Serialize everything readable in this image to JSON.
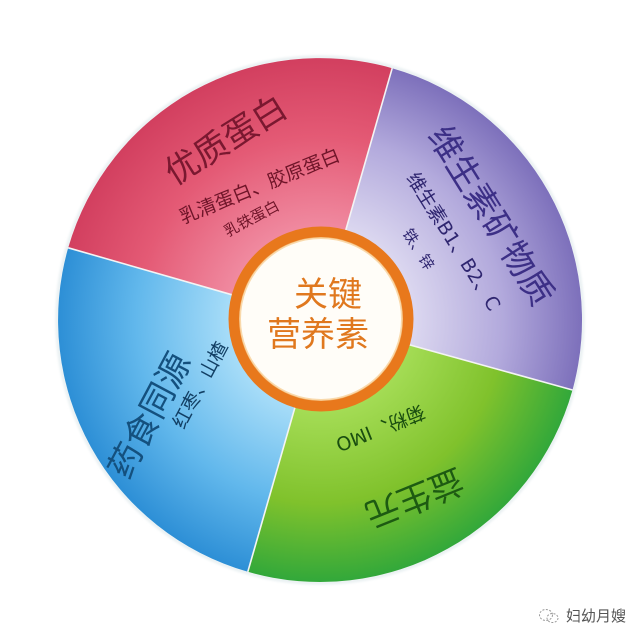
{
  "center": {
    "line1": "关键",
    "line2": "营养素",
    "ring_color": "#e8781c",
    "text_color": "#e0781e"
  },
  "segments": [
    {
      "id": "protein",
      "title": "优质蛋白",
      "items": [
        "乳清蛋白、胶原蛋白",
        "乳铁蛋白"
      ],
      "color": "#e04e6c",
      "text_color": "#7a1830"
    },
    {
      "id": "vitamins",
      "title": "维生素矿物质",
      "items": [
        "维生素B1、B2、C",
        "铁、锌"
      ],
      "color": "#a79dd6",
      "text_color": "#3c2f86"
    },
    {
      "id": "prebiotics",
      "title": "益生元",
      "items": [
        "菊粉、IMO"
      ],
      "color": "#7ec42a",
      "text_color": "#1d5a12"
    },
    {
      "id": "food-medicine",
      "title": "药食同源",
      "items": [
        "红枣、山楂"
      ],
      "color": "#5ab4ea",
      "text_color": "#14507e"
    }
  ],
  "watermark": {
    "text": "妇幼月嫂",
    "icon": "wechat-icon"
  }
}
